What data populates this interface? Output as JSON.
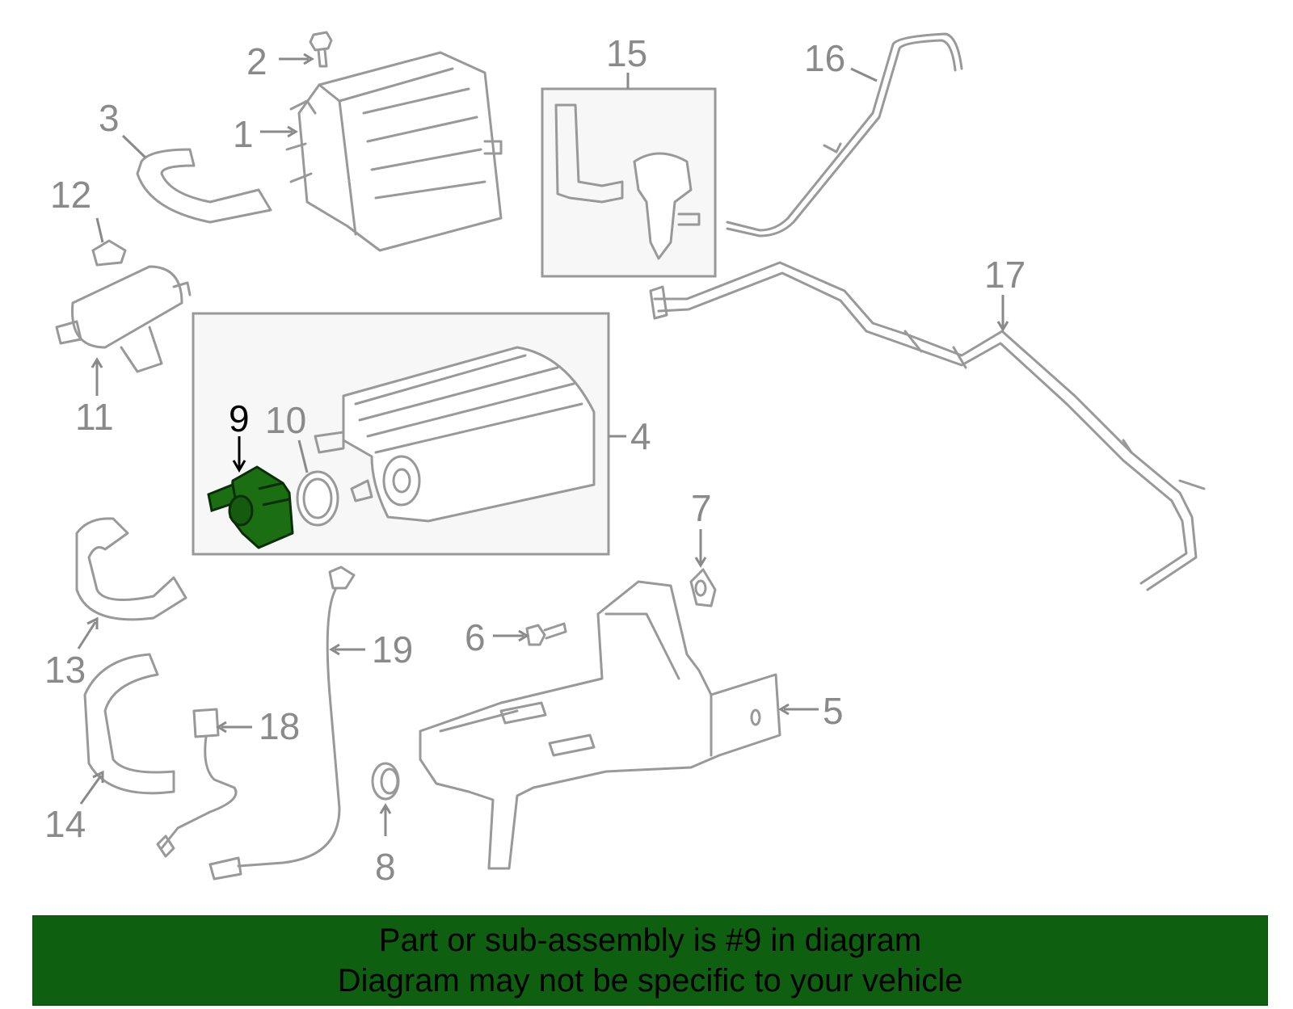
{
  "callouts": {
    "c1": "1",
    "c2": "2",
    "c3": "3",
    "c4": "4",
    "c5": "5",
    "c6": "6",
    "c7": "7",
    "c8": "8",
    "c9": "9",
    "c10": "10",
    "c11": "11",
    "c12": "12",
    "c13": "13",
    "c14": "14",
    "c15": "15",
    "c16": "16",
    "c17": "17",
    "c18": "18",
    "c19": "19"
  },
  "highlight": {
    "part": "9",
    "color": "#1b6e12"
  },
  "banner": {
    "line1": "Part or sub-assembly is #9 in diagram",
    "line2": "Diagram may not be specific to your vehicle",
    "background": "#0e6010"
  }
}
